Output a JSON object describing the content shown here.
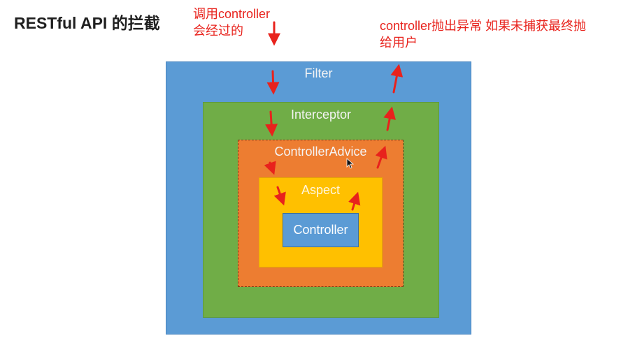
{
  "title": "RESTful API 的拦截",
  "note_left": {
    "line1": "调用controller",
    "line2": "会经过的"
  },
  "note_right": {
    "line1": "controller抛出异常 如果未捕获最终抛",
    "line2": "给用户"
  },
  "layers": {
    "filter": "Filter",
    "interceptor": "Interceptor",
    "controller_advice": "ControllerAdvice",
    "aspect": "Aspect",
    "controller": "Controller"
  },
  "colors": {
    "filter": "#5b9bd5",
    "interceptor": "#70ad47",
    "controller_advice": "#ed7d31",
    "aspect": "#ffc000",
    "controller": "#5b9bd5",
    "arrow": "#e8221c",
    "note_text": "#e8221c"
  },
  "icons": {
    "cursor": "mouse-pointer-icon",
    "arrow_down": "arrow-down-icon",
    "arrow_up": "arrow-up-icon"
  }
}
